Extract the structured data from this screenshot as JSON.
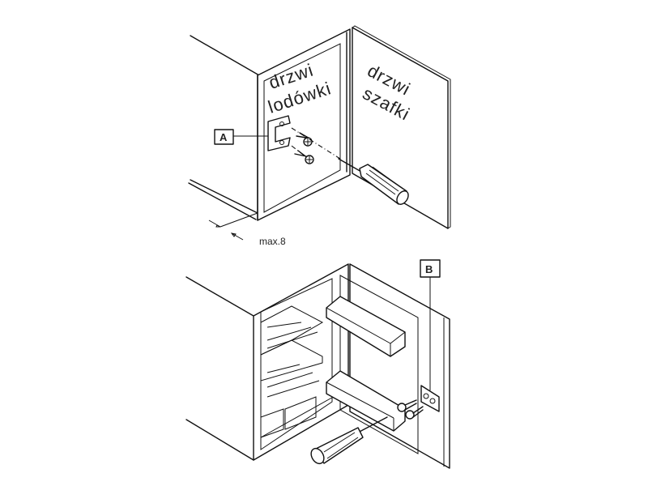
{
  "top_figure": {
    "fridge_door_label_line1": "drzwi",
    "fridge_door_label_line2": "lodówki",
    "cabinet_door_label_line1": "drzwi",
    "cabinet_door_label_line2": "szafki",
    "callout": "A",
    "dimension": "max.8"
  },
  "bottom_figure": {
    "callout": "B"
  }
}
